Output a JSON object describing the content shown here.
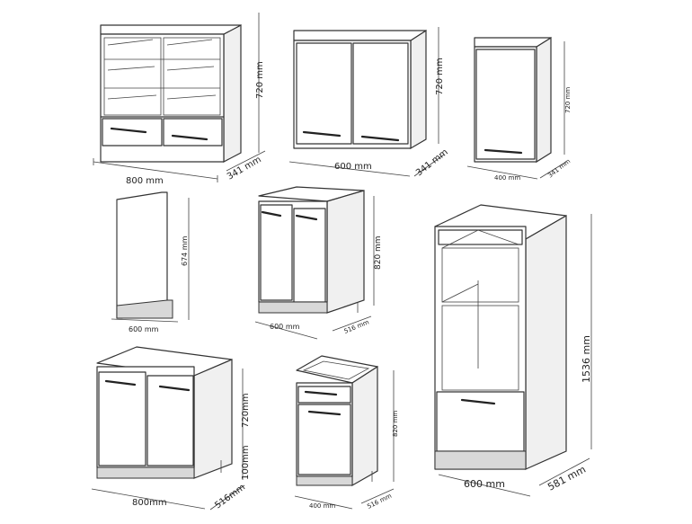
{
  "cabinets": [
    {
      "id": "glass-wall-cabinet",
      "width": "800 mm",
      "height": "720 mm",
      "depth": "341 mm"
    },
    {
      "id": "double-wall-cabinet",
      "width": "600 mm",
      "height": "720 mm",
      "depth": "341 mm"
    },
    {
      "id": "single-wall-cabinet",
      "width": "400 mm",
      "height": "720 mm",
      "depth": "341 mm"
    },
    {
      "id": "dishwasher-panel",
      "width": "600 mm",
      "height": "674 mm"
    },
    {
      "id": "double-base-cabinet",
      "width": "600 mm",
      "height": "820 mm",
      "depth": "516 mm"
    },
    {
      "id": "oven-tall-cabinet",
      "width": "600 mm",
      "height": "1536 mm",
      "depth": "581 mm"
    },
    {
      "id": "sink-base-cabinet",
      "width": "800mm",
      "height": "720mm",
      "plinth": "100mm",
      "depth": "516mm"
    },
    {
      "id": "drawer-base-cabinet",
      "width": "400 mm",
      "height": "820 mm",
      "depth": "516 mm"
    }
  ]
}
